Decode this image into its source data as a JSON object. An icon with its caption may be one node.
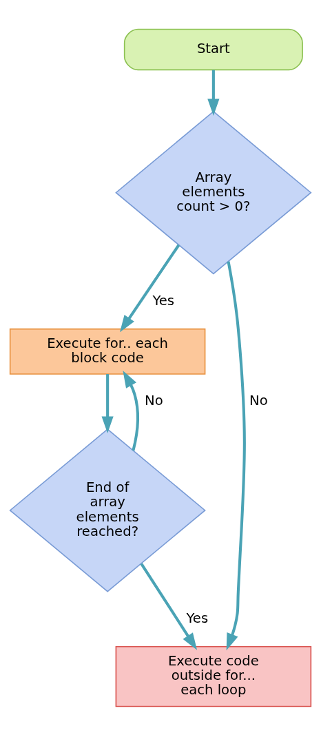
{
  "diagram": {
    "nodes": [
      {
        "text": [
          "Start"
        ]
      },
      {
        "text": [
          "Array elements count > 0?"
        ]
      },
      {
        "text": [
          "Execute for.. each block code"
        ]
      },
      {
        "text": [
          "End of array elements reached?"
        ]
      },
      {
        "text": [
          "Execute code outside for... each loop"
        ]
      }
    ],
    "edges": [
      {
        "from": 0,
        "to": 1,
        "arrow": "to"
      },
      {
        "from": 1,
        "to": 2,
        "arrow": "to",
        "label": "Yes"
      },
      {
        "from": 2,
        "to": 3,
        "arrow": "to"
      },
      {
        "from": 3,
        "to": 2,
        "arrow": "to",
        "label": "No"
      },
      {
        "from": 3,
        "to": 4,
        "arrow": "to",
        "label": "Yes"
      },
      {
        "from": 1,
        "to": 4,
        "arrow": "to",
        "label": "No"
      }
    ]
  }
}
